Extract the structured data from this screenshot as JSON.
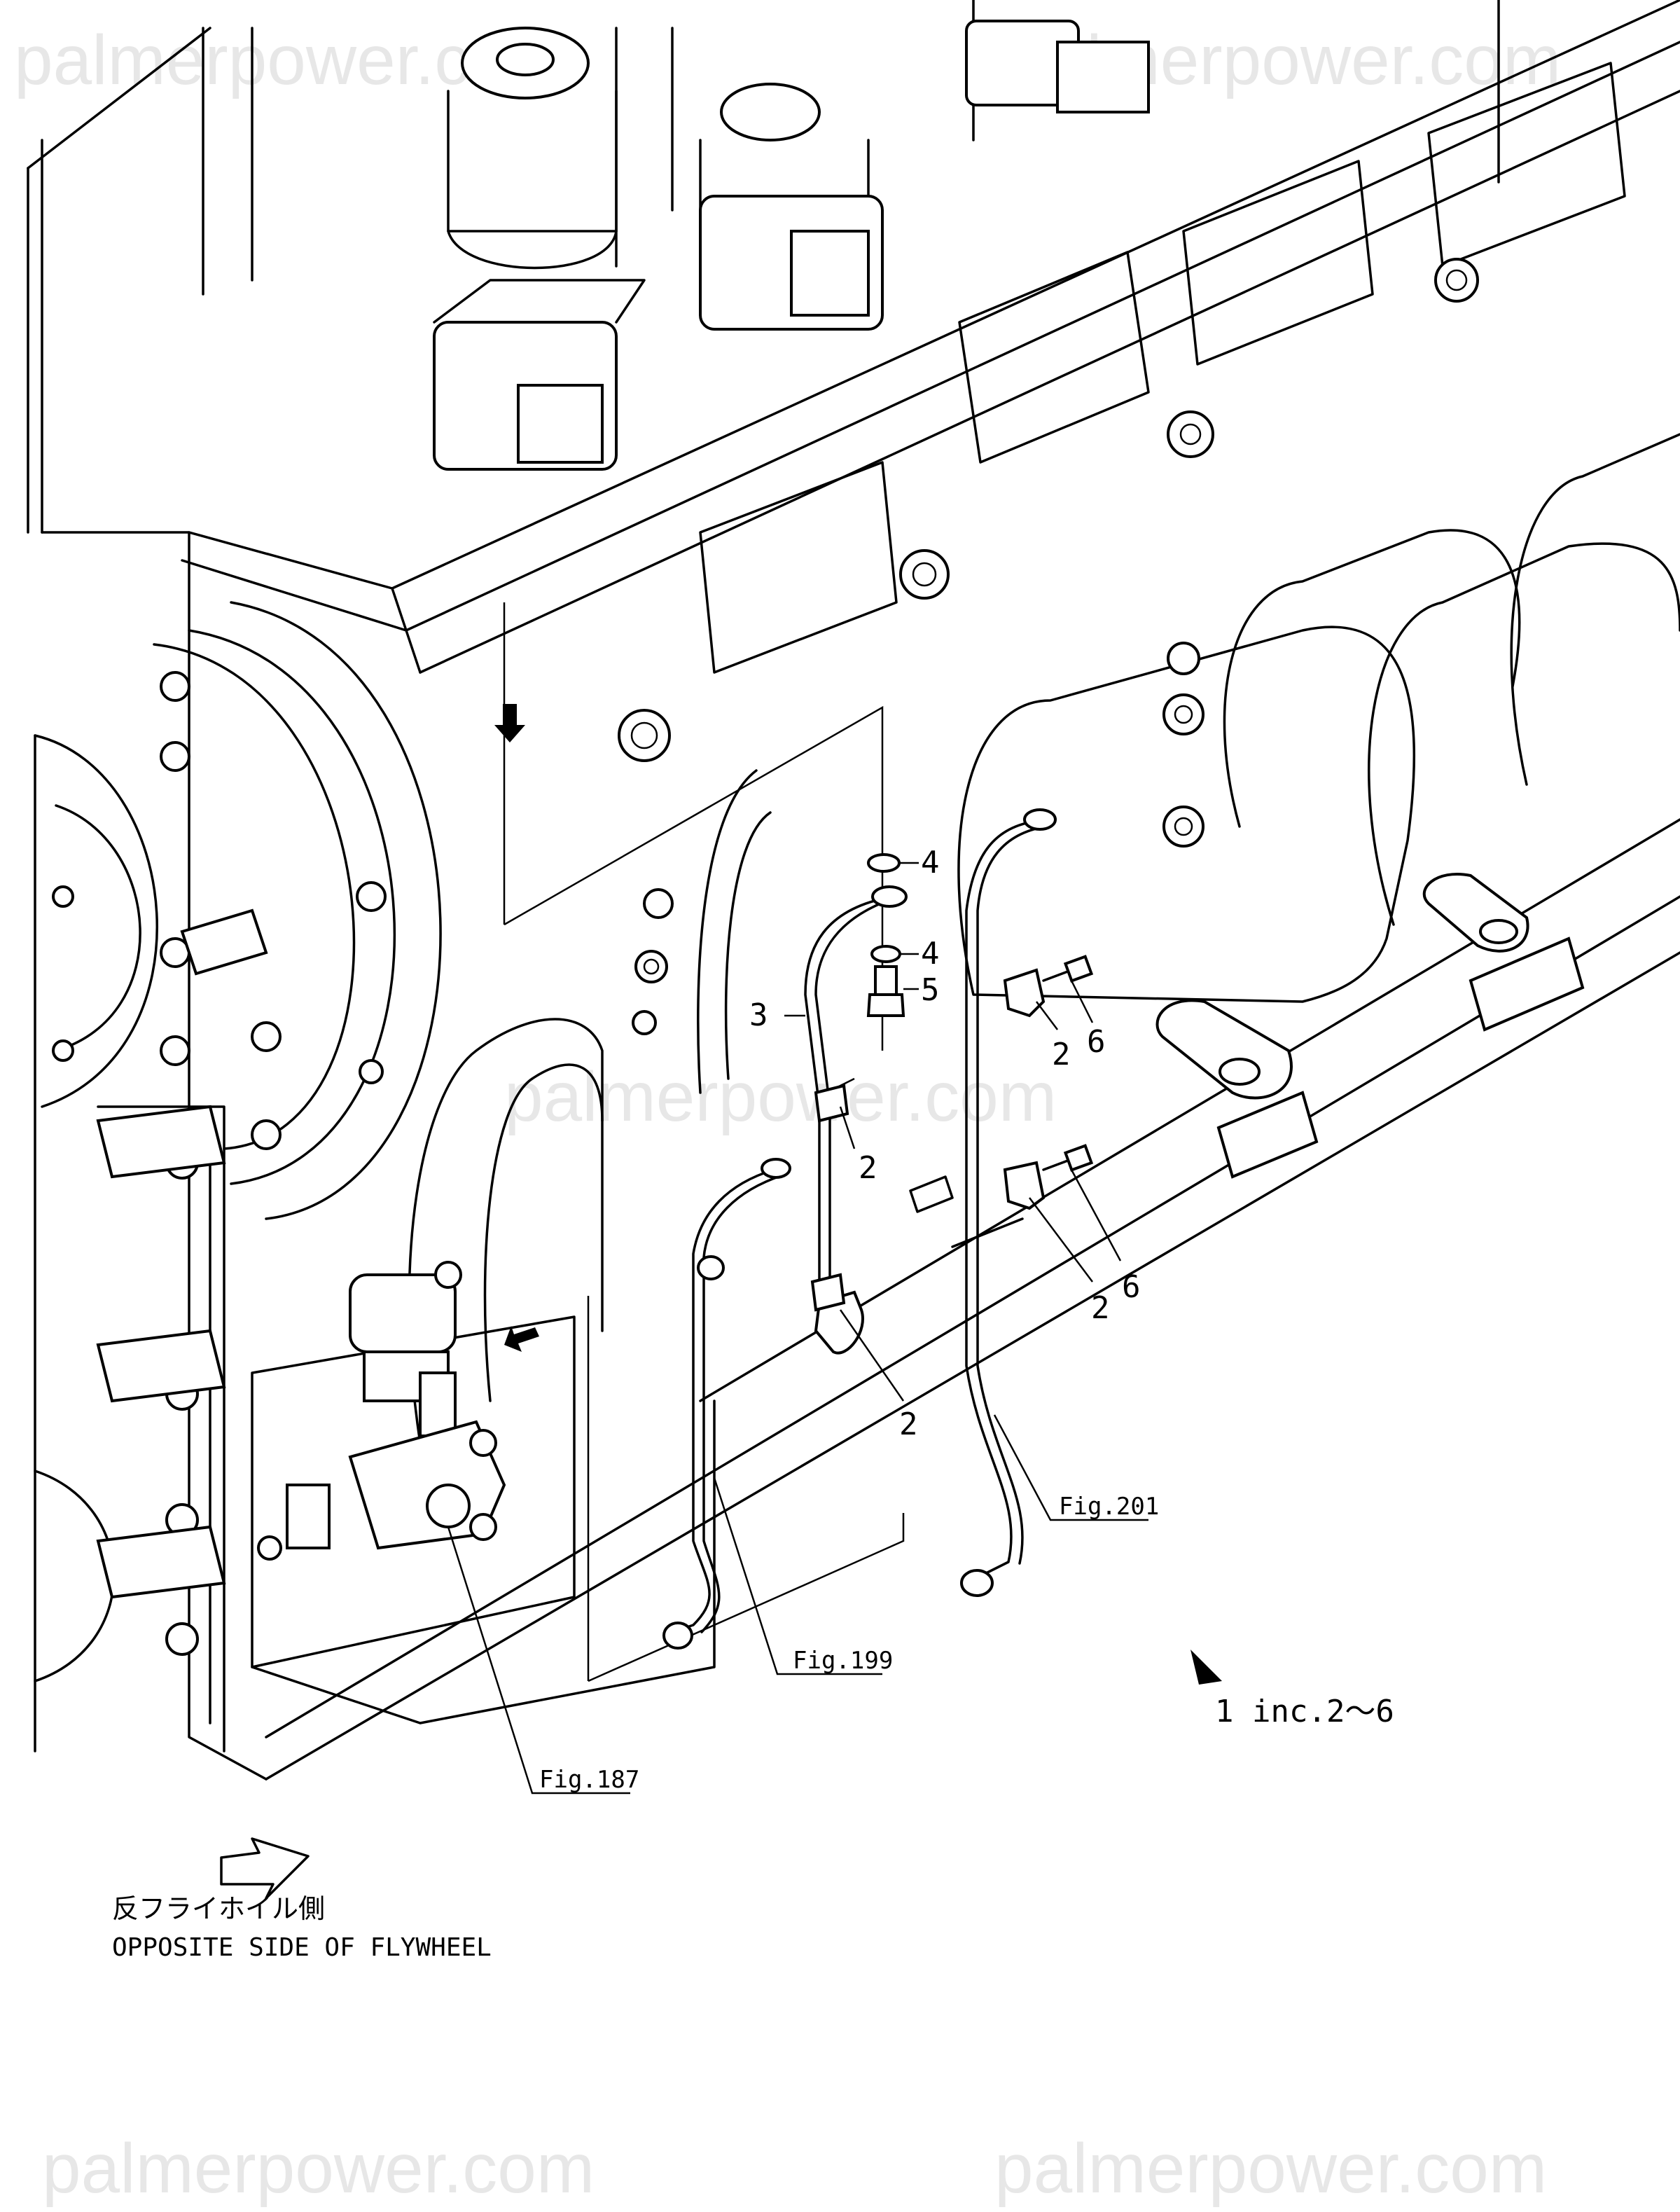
{
  "watermark": "palmerpower.com",
  "callouts": {
    "c4a": "4",
    "c4b": "4",
    "c5": "5",
    "c3": "3",
    "c2a": "2",
    "c6a": "6",
    "c2b": "2",
    "c2c": "2",
    "c6b": "6",
    "c2d": "2"
  },
  "references": {
    "fig201": "Fig.201",
    "fig199": "Fig.199",
    "fig187": "Fig.187"
  },
  "kit_note": "1 inc.2～6",
  "direction": {
    "japanese": "反フライホイル側",
    "english": "OPPOSITE SIDE OF FLYWHEEL"
  }
}
